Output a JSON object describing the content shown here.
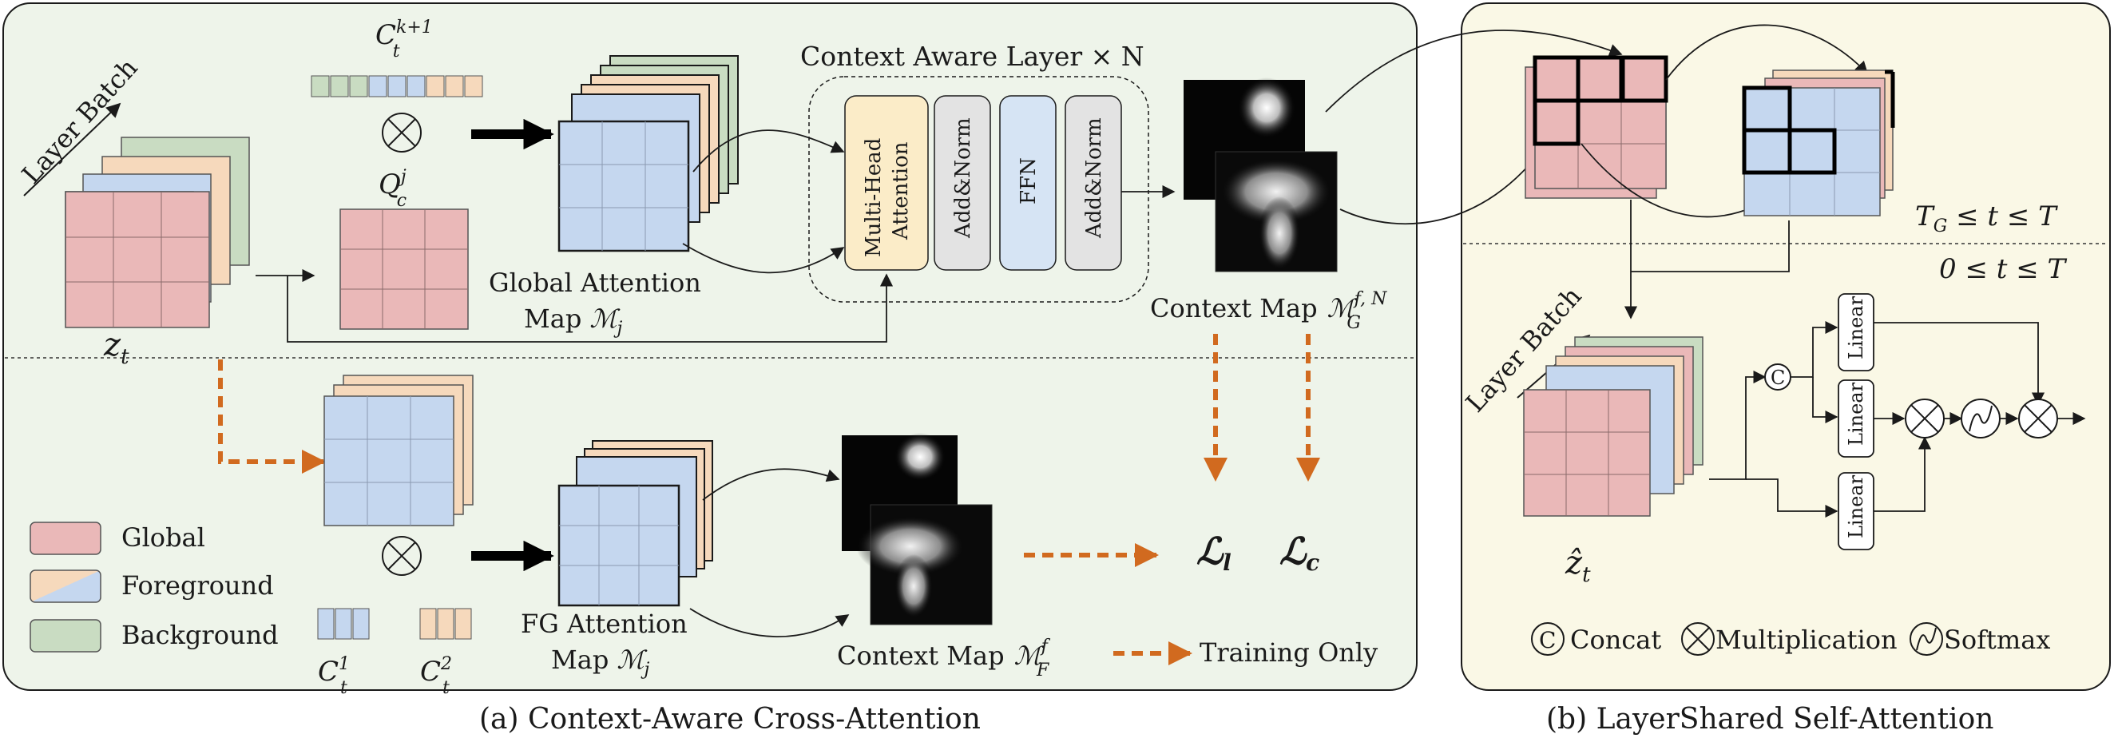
{
  "panel_a": {
    "caption": "(a) Context-Aware Cross-Attention",
    "layer_batch": "Layer Batch",
    "zt": "z",
    "zt_sub": "t",
    "ctk1": "C",
    "ctk1_sup": "k+1",
    "ctk1_sub": "t",
    "qcj": "Q",
    "qcj_sup": "j",
    "qcj_sub": "c",
    "global_attn_line1": "Global Attention",
    "global_attn_line2": "Map",
    "global_attn_sym": "ℳ",
    "global_attn_sub": "j",
    "cal_title": "Context Aware Layer × N",
    "mha_line1": "Multi-Head",
    "mha_line2": "Attention",
    "addnorm1": "Add&Norm",
    "ffn": "FFN",
    "addnorm2": "Add&Norm",
    "ctx_map_g": "Context Map",
    "ctx_map_g_sym": "ℳ",
    "ctx_map_g_sup": "f, N",
    "ctx_map_g_sub": "G",
    "fg_attn_line1": "FG Attention",
    "fg_attn_line2": "Map",
    "fg_attn_sym": "ℳ",
    "fg_attn_sub": "j",
    "ctx_map_f": "Context Map",
    "ctx_map_f_sym": "ℳ",
    "ctx_map_f_sup": "f",
    "ctx_map_f_sub": "F",
    "ct1": "C",
    "ct1_sup": "1",
    "ct1_sub": "t",
    "ct2": "C",
    "ct2_sup": "2",
    "ct2_sub": "t",
    "loss_l": "ℒ",
    "loss_l_sub": "l",
    "loss_c": "ℒ",
    "loss_c_sub": "c",
    "training_only": "Training Only",
    "legend": [
      {
        "label": "Global",
        "color": "#eab8b8"
      },
      {
        "label": "Foreground",
        "color": "#c5d7ef"
      },
      {
        "label": "Background",
        "color": "#c9dcc2"
      }
    ]
  },
  "panel_b": {
    "caption": "(b) LayerShared Self-Attention",
    "range1": "T",
    "range1_sub": "G",
    "range1_rest": " ≤ t ≤ T",
    "range2": "0 ≤ t ≤ T",
    "layer_batch": "Layer Batch",
    "zt_hat": "ẑ",
    "zt_hat_sub": "t",
    "concat_symbol": "C",
    "linear1": "Linear",
    "linear2": "Linear",
    "linear3": "Linear",
    "legend_concat": "Concat",
    "legend_mult": "Multiplication",
    "legend_softmax": "Softmax"
  },
  "colors": {
    "panel_a_bg": "#eef4ea",
    "panel_b_bg": "#faf8e6",
    "orange": "#d16a1f",
    "pink": "#eab8b8",
    "blue": "#c5d7ef",
    "peach": "#f6d9bc",
    "green": "#c9dcc2",
    "mha": "#fbecc8"
  }
}
